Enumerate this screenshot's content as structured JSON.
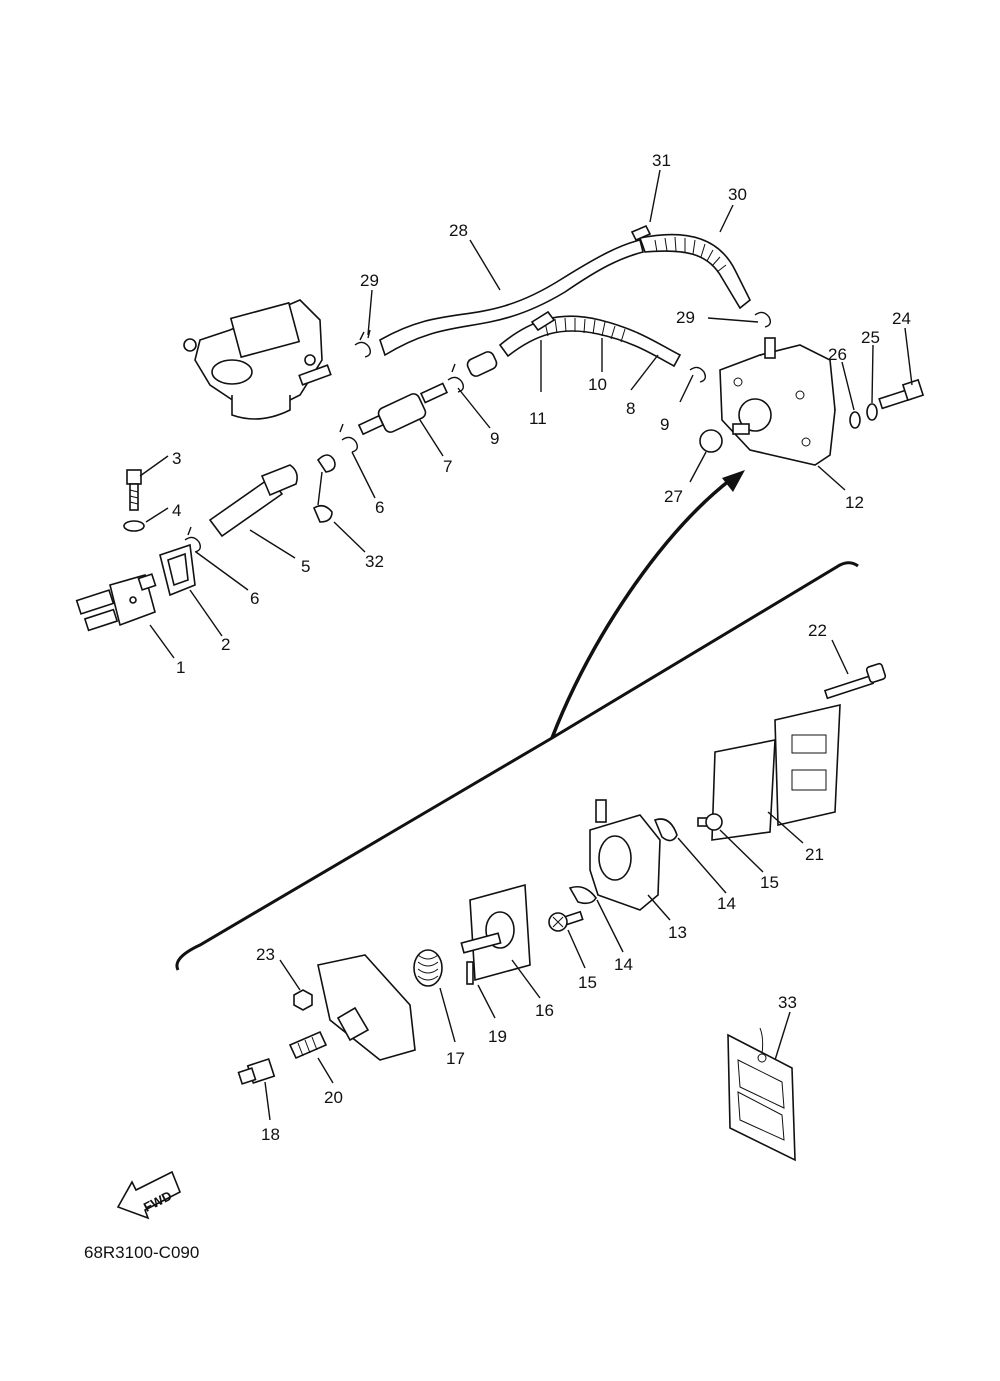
{
  "diagram": {
    "drawing_code": "68R3100-C090",
    "fwd_text": "FWD",
    "callouts": {
      "c1": "1",
      "c2": "2",
      "c3": "3",
      "c4": "4",
      "c5": "5",
      "c6a": "6",
      "c6b": "6",
      "c7": "7",
      "c8": "8",
      "c9a": "9",
      "c9b": "9",
      "c10": "10",
      "c11": "11",
      "c12": "12",
      "c13": "13",
      "c14a": "14",
      "c14b": "14",
      "c15a": "15",
      "c15b": "15",
      "c16": "16",
      "c17": "17",
      "c18": "18",
      "c19": "19",
      "c20": "20",
      "c21": "21",
      "c22": "22",
      "c23": "23",
      "c24": "24",
      "c25": "25",
      "c26": "26",
      "c27": "27",
      "c28": "28",
      "c29a": "29",
      "c29b": "29",
      "c30": "30",
      "c31": "31",
      "c32": "32",
      "c33": "33"
    }
  }
}
